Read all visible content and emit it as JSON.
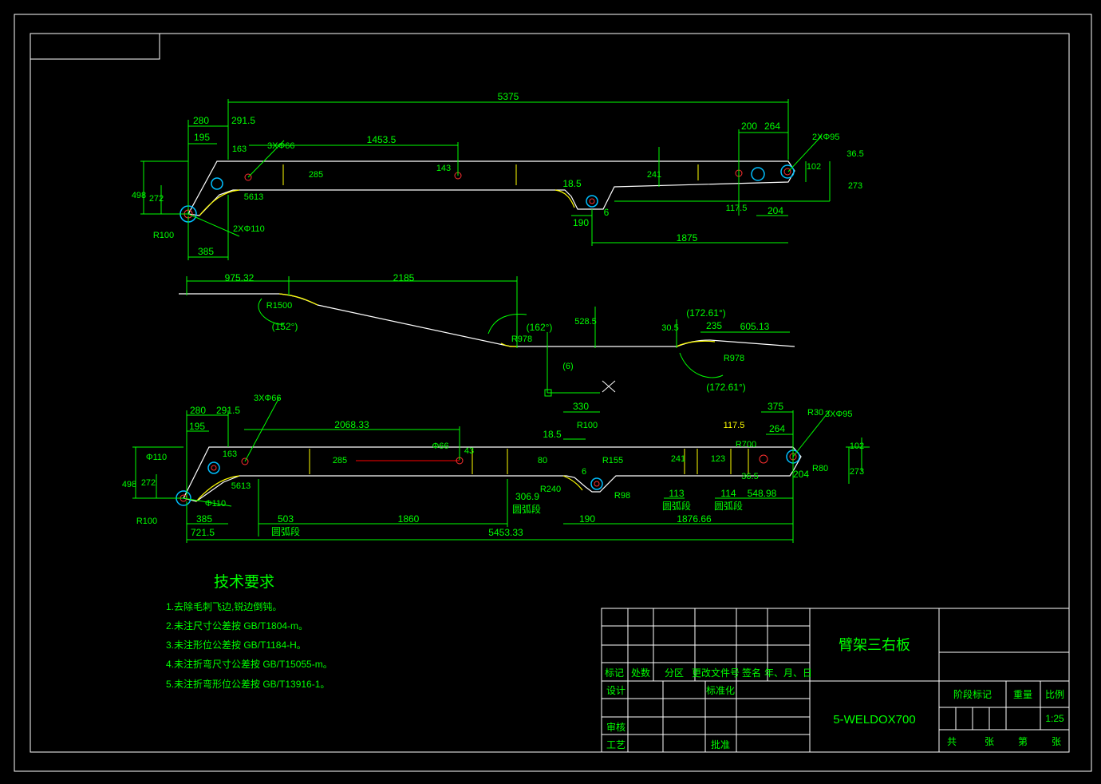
{
  "colors": {
    "background": "#000000",
    "frame": "#ffffff",
    "dimension": "#00ff00",
    "outline": "#ffffff",
    "bend_line": "#ffff00",
    "hole_outer": "#00bfff",
    "hole_inner": "#ff3030",
    "centerline": "#ff0000"
  },
  "view1": {
    "dims": [
      "5375",
      "280",
      "291.5",
      "195",
      "163",
      "3XΦ66",
      "1453.5",
      "200",
      "264",
      "2XΦ95",
      "143",
      "285",
      "241",
      "18.5",
      "190",
      "6",
      "117.5",
      "204",
      "1875",
      "102",
      "36.5",
      "273",
      "498",
      "272",
      "R100",
      "385",
      "2XΦ110",
      "5613"
    ]
  },
  "view2": {
    "dims": [
      "975.32",
      "2185",
      "R1500",
      "(152°)",
      "(162°)",
      "R978",
      "528.5",
      "(6)",
      "30.5",
      "(172.61°)",
      "235",
      "605.13",
      "R978",
      "(172.61°)"
    ]
  },
  "view3": {
    "dims": [
      "280",
      "291.5",
      "195",
      "3XΦ66",
      "2068.33",
      "330",
      "18.5",
      "R100",
      "117.5",
      "375",
      "R30",
      "3XΦ95",
      "264",
      "Φ110",
      "163",
      "Φ66",
      "43",
      "285",
      "80",
      "6",
      "R155",
      "241",
      "123",
      "R700",
      "102",
      "498",
      "272",
      "R100",
      "Φ110",
      "5613",
      "R240",
      "R98",
      "306.9",
      "圆弧段",
      "113",
      "114",
      "548.98",
      "36.5",
      "204",
      "R80",
      "273",
      "圆弧段",
      "圆弧段",
      "385",
      "503",
      "1860",
      "190",
      "1876.66",
      "721.5",
      "圆弧段",
      "5453.33"
    ]
  },
  "tech": {
    "title": "技术要求",
    "items": [
      "1.去除毛刺飞边,锐边倒钝。",
      "2.未注尺寸公差按 GB/T1804-m。",
      "3.未注形位公差按 GB/T1184-H。",
      "4.未注折弯尺寸公差按 GB/T15055-m。",
      "5.未注折弯形位公差按 GB/T13916-1。"
    ]
  },
  "title_block": {
    "part_name": "臂架三右板",
    "material": "5-WELDOX700",
    "rev_headers": [
      "标记",
      "处数",
      "分区",
      "更改文件号",
      "签名",
      "年、月、日"
    ],
    "design": "设计",
    "standardize": "标准化",
    "review": "审核",
    "process": "工艺",
    "approve": "批准",
    "stage_mark": "阶段标记",
    "weight": "重量",
    "ratio_label": "比例",
    "ratio_value": "1:25",
    "total": "共",
    "sheets1": "张",
    "page": "第",
    "sheets2": "张"
  }
}
